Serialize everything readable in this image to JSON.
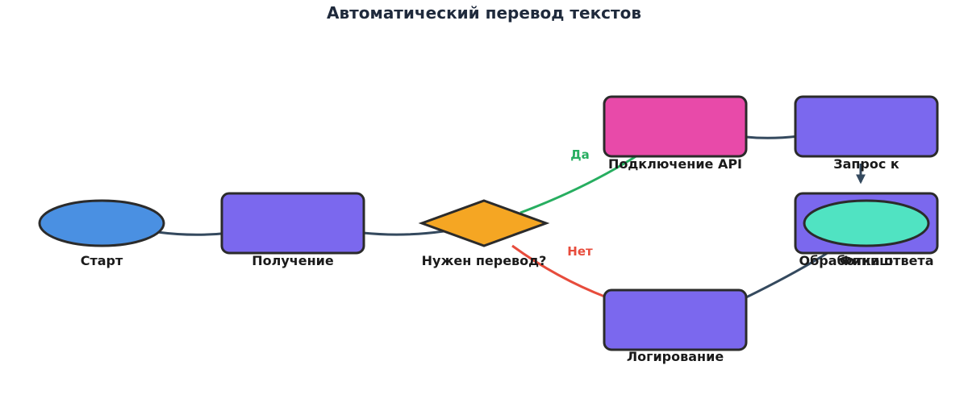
{
  "title": "Автоматический перевод текстов",
  "colors": {
    "edge_default": "#34495e",
    "edge_yes": "#27ae60",
    "edge_no": "#e74c3c",
    "node_border": "#2b2b2b",
    "start_fill": "#4a90e2",
    "process_fill": "#7b68ee",
    "decision_fill": "#f5a623",
    "api_fill": "#e84aa9",
    "end_fill": "#50e3c2"
  },
  "nodes": {
    "start": {
      "label": "Старт",
      "shape": "ellipse"
    },
    "receive": {
      "label": "Получение",
      "shape": "rounded-rect"
    },
    "decision": {
      "label": "Нужен перевод?",
      "shape": "diamond"
    },
    "api": {
      "label": "Подключение API",
      "shape": "rounded-rect"
    },
    "request": {
      "label": "Запрос к",
      "shape": "rounded-rect"
    },
    "process": {
      "label": "Обработка ответа",
      "shape": "rounded-rect"
    },
    "finish": {
      "label": "Финиш",
      "shape": "ellipse"
    },
    "logging": {
      "label": "Логирование",
      "shape": "rounded-rect"
    }
  },
  "edges": {
    "yes_label": "Да",
    "no_label": "Нет"
  }
}
